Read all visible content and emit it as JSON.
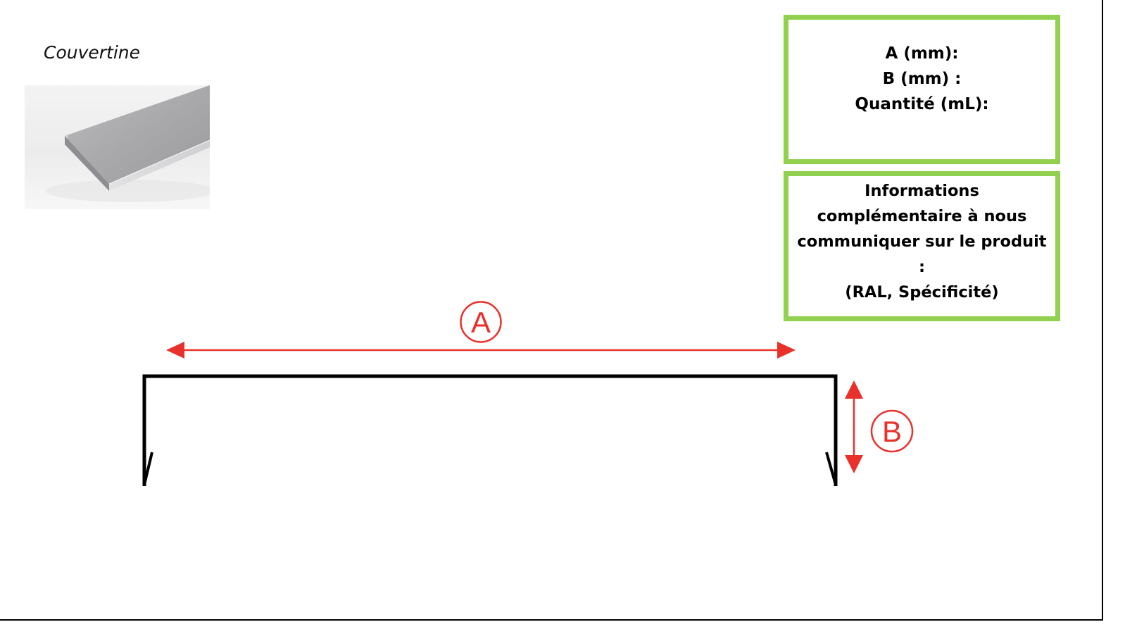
{
  "product": {
    "name": "Couvertine"
  },
  "dimensions_box": {
    "lines": [
      "A (mm):",
      "B (mm) :",
      "Quantité (mL):"
    ]
  },
  "notes_box": {
    "lines": [
      "Informations",
      "complémentaire à nous",
      "communiquer sur le produit :",
      "(RAL, Spécificité)"
    ]
  },
  "diagram": {
    "dimension_a_label": "A",
    "dimension_b_label": "B",
    "dimension_color": "#e8312a",
    "profile_color": "#000000",
    "box_border_color": "#92d050"
  }
}
